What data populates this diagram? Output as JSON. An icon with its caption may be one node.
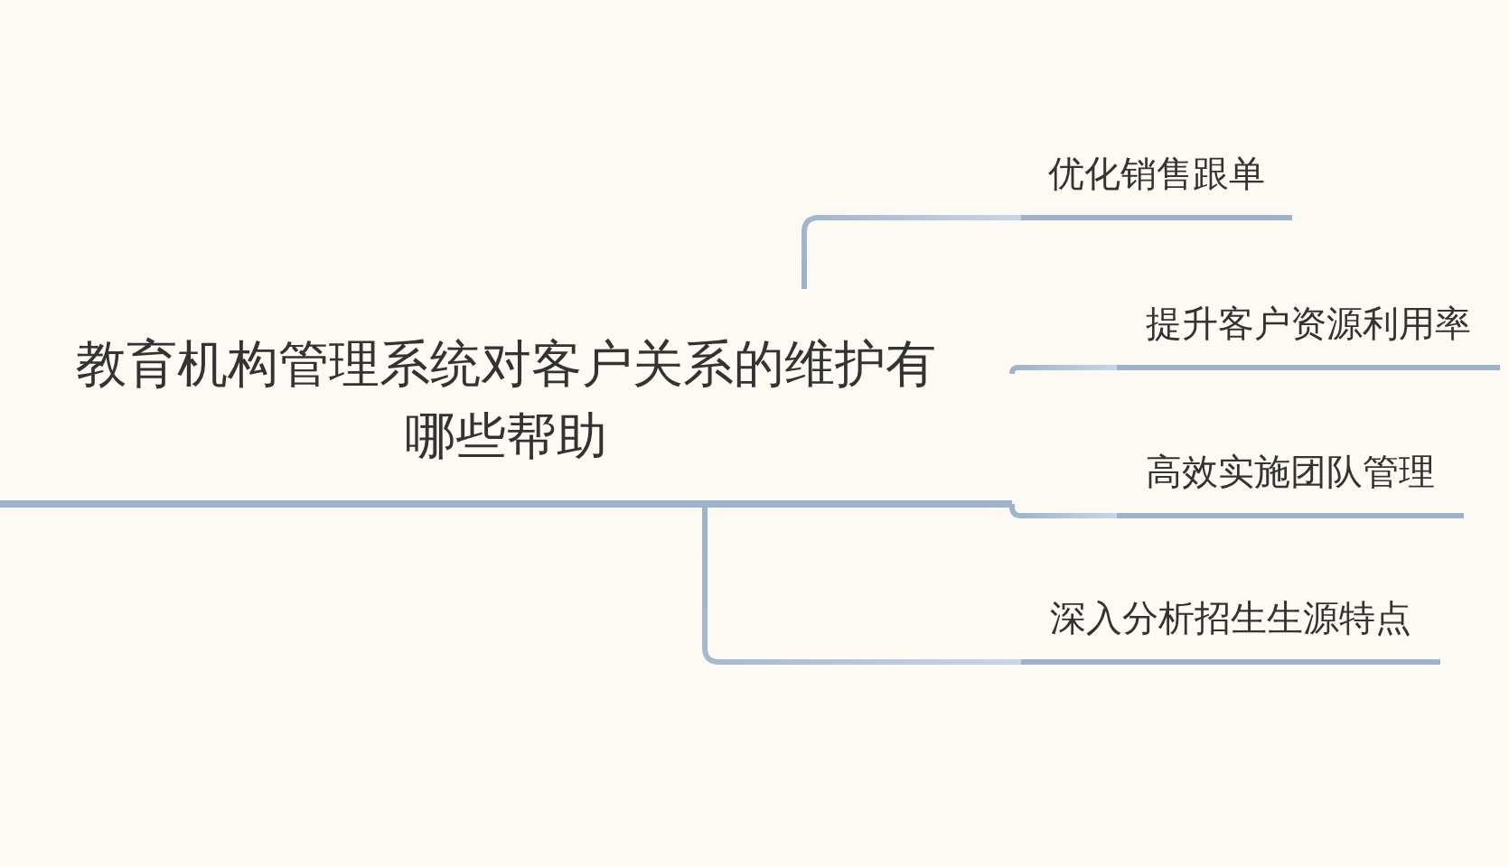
{
  "diagram": {
    "nodes": [
      {
        "text": [
          "教育机构管理系统对客户关系的维护有哪些帮助"
        ]
      },
      {
        "text": [
          "优化销售跟单"
        ]
      },
      {
        "text": [
          "提升客户资源利用率"
        ]
      },
      {
        "text": [
          "高效实施团队管理"
        ]
      },
      {
        "text": [
          "深入分析招生生源特点"
        ]
      }
    ],
    "edges": [
      {
        "from": 0,
        "to": 1,
        "arrow": "none"
      },
      {
        "from": 0,
        "to": 2,
        "arrow": "none"
      },
      {
        "from": 0,
        "to": 3,
        "arrow": "none"
      },
      {
        "from": 0,
        "to": 4,
        "arrow": "none"
      }
    ]
  }
}
